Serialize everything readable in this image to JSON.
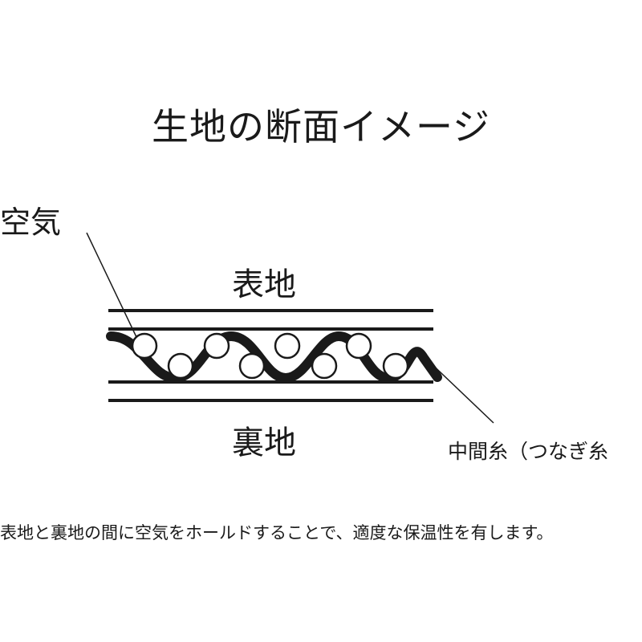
{
  "diagram": {
    "title": "生地の断面イメージ",
    "labels": {
      "air": "空気",
      "face_fabric": "表地",
      "back_fabric": "裏地",
      "connecting_yarn": "中間糸（つなぎ糸"
    },
    "caption": "表地と裏地の間に空気をホールドすることで、適度な保温性を有します。",
    "colors": {
      "ink": "#1a1a1a",
      "background": "#ffffff"
    }
  }
}
